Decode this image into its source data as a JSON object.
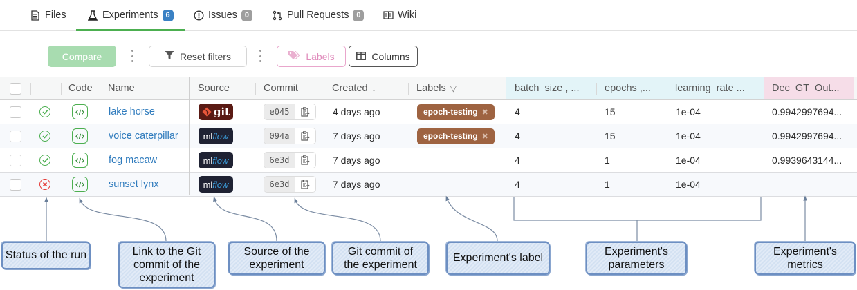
{
  "tabs": [
    {
      "label": "Files",
      "icon": "file-icon",
      "count": null,
      "active": false
    },
    {
      "label": "Experiments",
      "icon": "flask-icon",
      "count": "6",
      "active": true
    },
    {
      "label": "Issues",
      "icon": "alert-circle-icon",
      "count": "0",
      "active": false
    },
    {
      "label": "Pull Requests",
      "icon": "pull-request-icon",
      "count": "0",
      "active": false
    },
    {
      "label": "Wiki",
      "icon": "book-icon",
      "count": null,
      "active": false
    }
  ],
  "toolbar": {
    "compare_label": "Compare",
    "reset_filters_label": "Reset filters",
    "labels_label": "Labels",
    "columns_label": "Columns"
  },
  "table": {
    "headers": {
      "code": "Code",
      "name": "Name",
      "source": "Source",
      "commit": "Commit",
      "created": "Created",
      "created_sort": "↓",
      "labels": "Labels",
      "labels_filter": "▽",
      "param_batch_size": "batch_size , ...",
      "param_epochs": "epochs ,...",
      "param_learning_rate": "learning_rate ...",
      "metric_dec_gt": "Dec_GT_Out..."
    },
    "rows": [
      {
        "status": "success",
        "name": "lake horse",
        "source": "git",
        "commit": "e045",
        "created": "4 days ago",
        "label": "epoch-testing",
        "batch_size": "4",
        "epochs": "15",
        "learning_rate": "1e-04",
        "dec_gt": "0.9942997694..."
      },
      {
        "status": "success",
        "name": "voice caterpillar",
        "source": "mlflow",
        "commit": "094a",
        "created": "7 days ago",
        "label": "epoch-testing",
        "batch_size": "4",
        "epochs": "15",
        "learning_rate": "1e-04",
        "dec_gt": "0.9942997694..."
      },
      {
        "status": "success",
        "name": "fog macaw",
        "source": "mlflow",
        "commit": "6e3d",
        "created": "7 days ago",
        "label": "",
        "batch_size": "4",
        "epochs": "1",
        "learning_rate": "1e-04",
        "dec_gt": "0.9939643144..."
      },
      {
        "status": "failed",
        "name": "sunset lynx",
        "source": "mlflow",
        "commit": "6e3d",
        "created": "7 days ago",
        "label": "",
        "batch_size": "4",
        "epochs": "1",
        "learning_rate": "1e-04",
        "dec_gt": ""
      }
    ],
    "source_badges": {
      "git": "git",
      "mlflow_ml": "ml",
      "mlflow_flow": "flow"
    }
  },
  "annotations": [
    {
      "text": "Status of the run"
    },
    {
      "text": "Link to the Git commit of the experiment"
    },
    {
      "text": "Source of the experiment"
    },
    {
      "text": "Git commit of the experiment"
    },
    {
      "text": "Experiment's label"
    },
    {
      "text": "Experiment's parameters"
    },
    {
      "text": "Experiment's metrics"
    }
  ],
  "colors": {
    "active_tab_underline": "#4caf50",
    "experiments_badge": "#3a81c4",
    "link": "#2f7bbd",
    "success": "#4caf50",
    "failure": "#e53935",
    "label_tag": "#9e6341",
    "param_header_bg": "#e3f4f8",
    "metric_header_bg": "#f6dde8",
    "annotation_border": "#6d8fc2"
  }
}
